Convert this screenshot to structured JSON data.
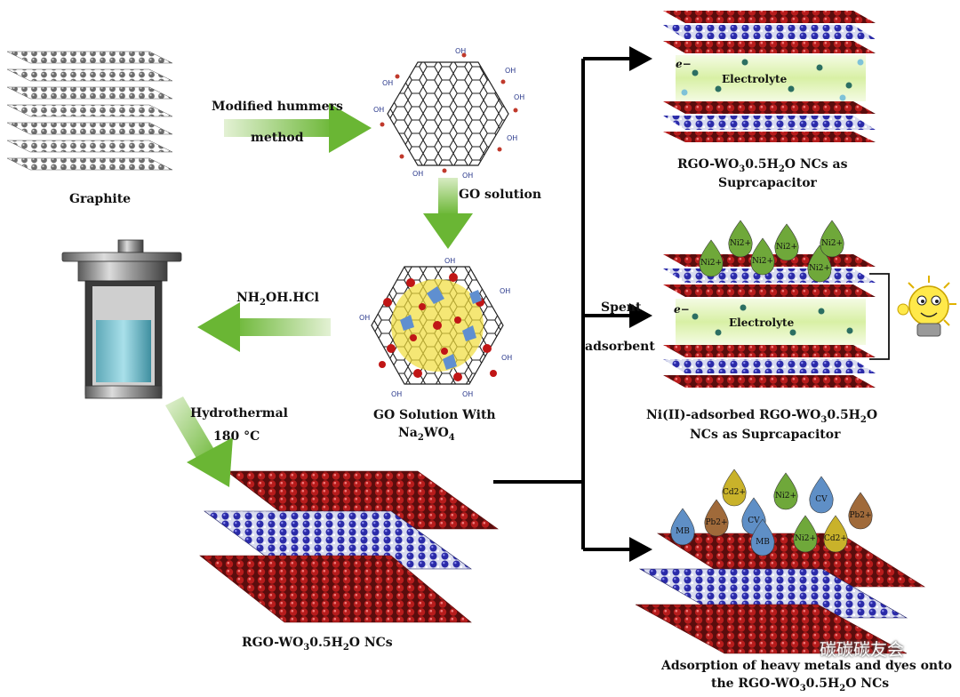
{
  "labels": {
    "graphite": "Graphite",
    "modified_hummers_1": "Modified hummers",
    "modified_hummers_2": "method",
    "go_solution": "GO solution",
    "nh2oh_hcl": "NH2OH.HCl",
    "go_solution_with": "GO Solution With",
    "na2wo4": "Na2WO4",
    "hydrothermal": "Hydrothermal",
    "temp": "180 °C",
    "rgo_ncs": "RGO-WO30.5H2O NCs",
    "supercap_1": "RGO-WO30.5H2O NCs as",
    "supercap_2": "Suprcapacitor",
    "spent": "Spent",
    "adsorbent": "adsorbent",
    "ni_supercap_1": "Ni(II)-adsorbed RGO-WO30.5H2O",
    "ni_supercap_2": "NCs as Suprcapacitor",
    "adsorption_1": "Adsorption of heavy metals and dyes onto",
    "adsorption_2": "the RGO-WO30.5H2O NCs",
    "electrolyte": "Electrolyte",
    "electron": "e−",
    "oh": "OH",
    "watermark": "碳碳碳友会"
  },
  "ions_top": [
    "Ni2+",
    "Ni2+",
    "Ni2+",
    "Ni2+",
    "Ni2+",
    "Ni2+"
  ],
  "ions_bottom": [
    "MB",
    "Pb2+",
    "Cd2+",
    "CV",
    "Ni2+",
    "MB",
    "CV",
    "Pb2+",
    "Ni2+",
    "Cd2+"
  ],
  "colors": {
    "green_arrow": "#7dc142",
    "black_arrow": "#000000",
    "red_atom": "#a01818",
    "blue_atom": "#2222aa",
    "grey_atom": "#777777",
    "electrolyte": "#e6f5c4",
    "droplet_green": "#6fa83a",
    "droplet_blue": "#5f8fc6",
    "droplet_yellow": "#c9b22a",
    "droplet_brown": "#a06a3a",
    "bulb": "#ffe94a"
  }
}
